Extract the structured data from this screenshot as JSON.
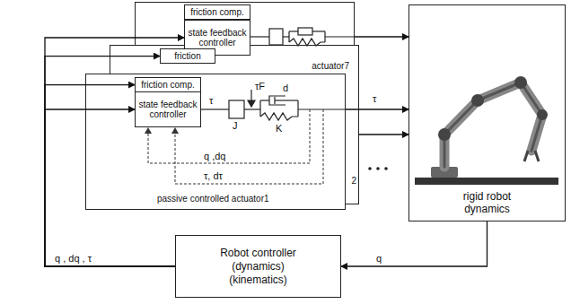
{
  "diagram": {
    "nodes": [
      {
        "text": [
          "actuator7"
        ]
      },
      {
        "text": [
          "friction comp."
        ],
        "in": 0
      },
      {
        "text": [
          "state feedback controller"
        ],
        "in": 0
      },
      {
        "text": [
          "2"
        ]
      },
      {
        "text": [
          "friction"
        ],
        "in": 3
      },
      {
        "text": [
          "passive controlled actuator1"
        ]
      },
      {
        "text": [
          "friction comp."
        ],
        "in": 5
      },
      {
        "text": [
          "state feedback controller"
        ],
        "in": 5
      },
      {
        "text": [
          "rigid robot dynamics"
        ]
      },
      {
        "text": [
          "Robot controller",
          "(dynamics)",
          "(kinematics)"
        ]
      }
    ],
    "edges": [
      {
        "from": 9,
        "to": 2,
        "arrow": "to"
      },
      {
        "from": 9,
        "to": 4,
        "arrow": "to"
      },
      {
        "from": 9,
        "to": 6,
        "arrow": "to"
      },
      {
        "from": 9,
        "to": 7,
        "arrow": "to"
      },
      {
        "from": 0,
        "to": 8,
        "arrow": "to"
      },
      {
        "from": 3,
        "to": 8,
        "arrow": "to"
      },
      {
        "from": 5,
        "to": 8,
        "arrow": "to",
        "label": "τ"
      },
      {
        "from": 8,
        "to": 9,
        "arrow": "to",
        "label": "q"
      }
    ],
    "labels": [
      "τ",
      "τF",
      "J",
      "d",
      "K",
      "q ,dq",
      "τ, dτ",
      "q , dq , τ"
    ]
  }
}
